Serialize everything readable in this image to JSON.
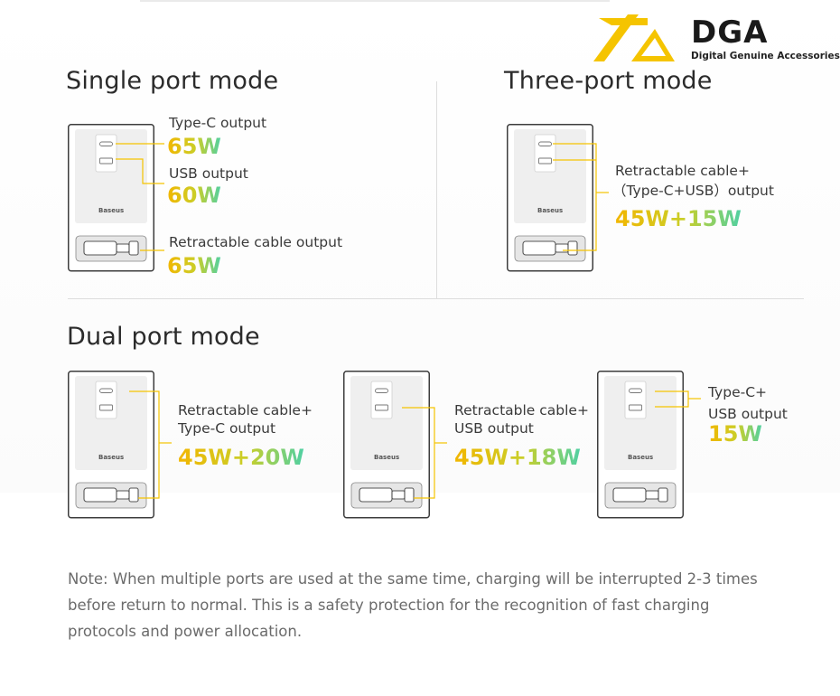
{
  "brand": {
    "logo_text": "DGA",
    "logo_subtitle": "Digital Genuine Accessories",
    "accent_yellow": "#f5c400",
    "gradient_start": "#f2b600",
    "gradient_end": "#4ed0a4"
  },
  "charger_brand": "Baseus",
  "single": {
    "title": "Single port mode",
    "typec_label": "Type-C output",
    "typec_watt": "65W",
    "usb_label": "USB output",
    "usb_watt": "60W",
    "cable_label": "Retractable cable output",
    "cable_watt": "65W"
  },
  "three": {
    "title": "Three-port mode",
    "label_line1": "Retractable cable+",
    "label_line2": "（Type-C+USB）output",
    "watt": "45W+15W"
  },
  "dual": {
    "title": "Dual port mode",
    "a_line1": "Retractable cable+",
    "a_line2": "Type-C output",
    "a_watt": "45W+20W",
    "b_line1": "Retractable cable+",
    "b_line2": "USB output",
    "b_watt": "45W+18W",
    "c_line1": "Type-C+",
    "c_line2": "USB output",
    "c_watt": "15W"
  },
  "note": {
    "line1": "Note: When multiple ports are used at the same time, charging will be interrupted 2-3 times",
    "line2": "before return to normal. This is a safety protection for the recognition of fast charging",
    "line3": "protocols and power allocation."
  }
}
